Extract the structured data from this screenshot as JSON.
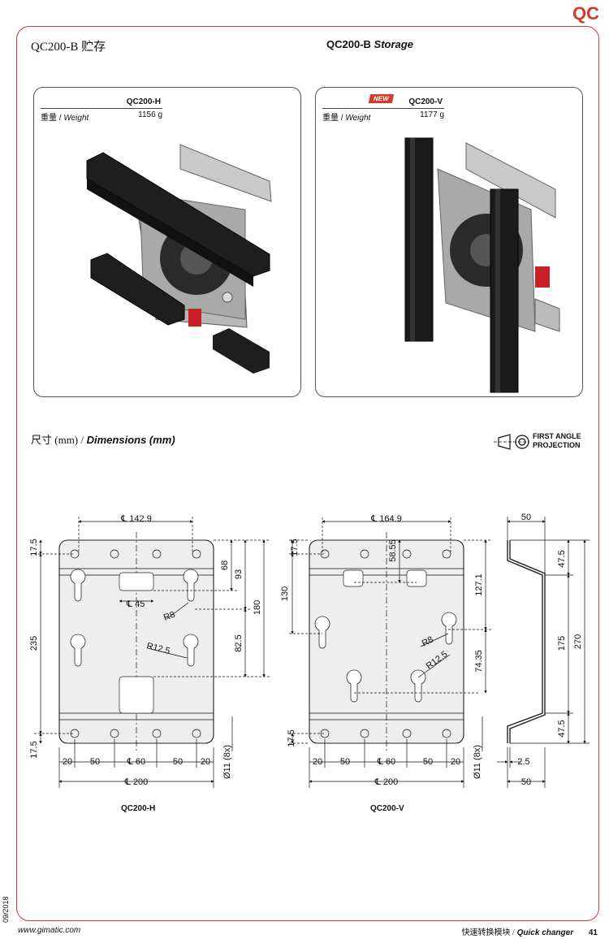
{
  "brand": "QC",
  "header": {
    "left": "QC200-B 贮存",
    "center_model": "QC200-B",
    "center_label": "Storage"
  },
  "products": [
    {
      "model": "QC200-H",
      "weight_zh": "重量",
      "weight_en": "Weight",
      "weight_value": "1156 g",
      "badge": ""
    },
    {
      "model": "QC200-V",
      "weight_zh": "重量",
      "weight_en": "Weight",
      "weight_value": "1177 g",
      "badge": "NEW"
    }
  ],
  "dimensions_heading": {
    "zh": "尺寸 (mm) /",
    "en": "Dimensions (mm)"
  },
  "projection": {
    "line1": "FIRST ANGLE",
    "line2": "PROJECTION"
  },
  "drawing_h": {
    "label": "QC200-H",
    "dims": {
      "top_width": "℄ 142.9",
      "d17_5_top": "17.5",
      "d235": "235",
      "d17_5_bot": "17.5",
      "d68": "68",
      "d93": "93",
      "d180": "180",
      "d82_5": "82.5",
      "c45": "℄ 45",
      "r8": "R8",
      "r12_5": "R12.5",
      "b20a": "20",
      "b50a": "50",
      "c60": "℄ 60",
      "b50b": "50",
      "b20b": "20",
      "w200": "℄ 200",
      "hole": "Ø11 (8x)"
    }
  },
  "drawing_v": {
    "label": "QC200-V",
    "dims": {
      "top_width": "℄ 164.9",
      "d17_5_top": "17.5",
      "d130": "130",
      "d58_55": "58.55",
      "d127_1": "127.1",
      "d74_35": "74.35",
      "r8": "R8",
      "r12_5": "R12.5",
      "d17_5_bot": "17.5",
      "b20a": "20",
      "b50a": "50",
      "c60": "℄ 60",
      "b50b": "50",
      "b20b": "20",
      "w200": "℄ 200",
      "hole": "Ø11 (8x)"
    }
  },
  "side_view": {
    "d50_top": "50",
    "d47_5a": "47.5",
    "d175": "175",
    "d270": "270",
    "d47_5b": "47.5",
    "d2_5": "2.5",
    "d50_bot": "50"
  },
  "footer": {
    "url": "www.gimatic.com",
    "section_zh": "快速转换模块 /",
    "section_en": "Quick changer",
    "page": "41",
    "date": "09/2018"
  }
}
